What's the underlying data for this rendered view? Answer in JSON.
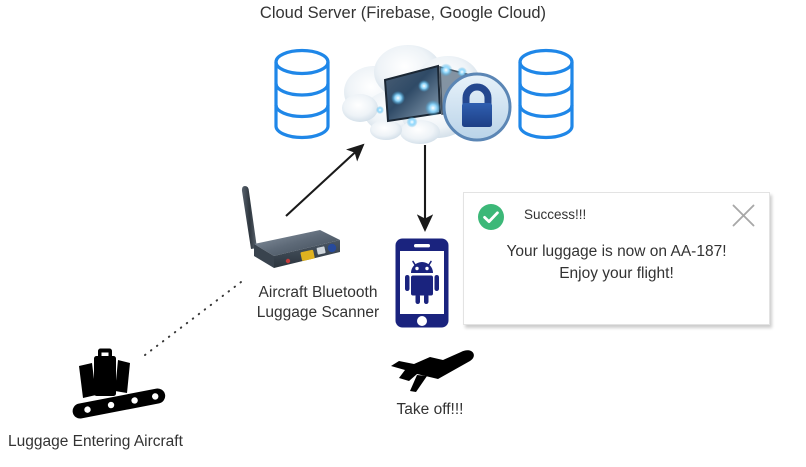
{
  "diagram": {
    "title": "Cloud Server (Firebase, Google Cloud)",
    "background_color": "#ffffff"
  },
  "nodes": {
    "cloud_server": {
      "label": "Cloud Server (Firebase, Google Cloud)",
      "icon": "cloud-with-screen-icon",
      "lock_icon": "lock-icon",
      "database_left_icon": "database-cylinder-icon",
      "database_right_icon": "database-cylinder-icon",
      "accent_color": "#1f87e8"
    },
    "scanner": {
      "label": "Aircraft Bluetooth\nLuggage Scanner",
      "icon": "wireless-router-icon"
    },
    "phone": {
      "icon": "android-smartphone-icon",
      "color": "#1a237e"
    },
    "airplane": {
      "label": "Take off!!!",
      "icon": "airplane-takeoff-icon",
      "color": "#000000"
    },
    "luggage": {
      "label": "Luggage Entering Aircraft",
      "icon": "luggage-conveyor-icon",
      "color": "#000000"
    }
  },
  "connectors": {
    "scanner_to_cloud": {
      "style": "solid-arrow",
      "direction": "up-right"
    },
    "cloud_to_phone": {
      "style": "solid-arrow",
      "direction": "down"
    },
    "luggage_to_scanner": {
      "style": "dotted-line",
      "direction": "up-right"
    }
  },
  "dialog": {
    "title": "Success!!!",
    "body": "Your luggage is now on AA-187!\nEnjoy your flight!",
    "check_icon": "check-circle-icon",
    "close_icon": "close-x-icon",
    "check_color": "#3cb878",
    "close_color": "#a8a8a8"
  }
}
